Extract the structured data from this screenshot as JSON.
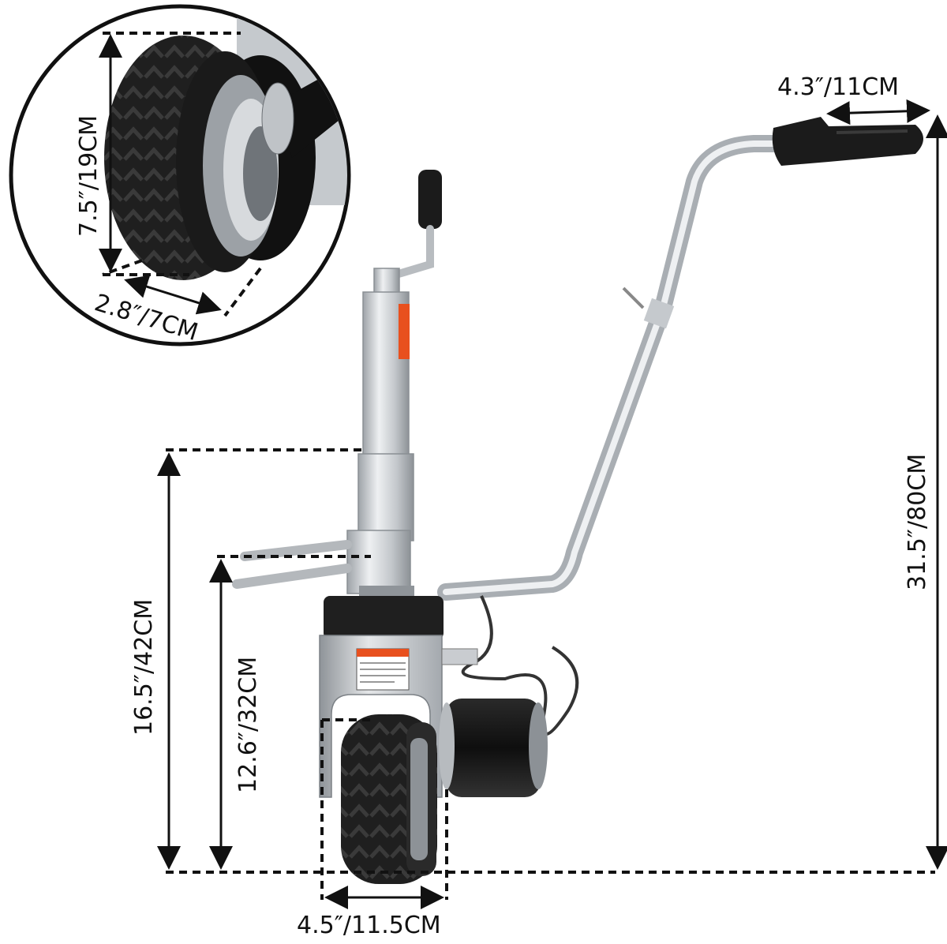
{
  "dimensions": {
    "wheel_height": "7.5″/19CM",
    "wheel_width": "2.8″/7CM",
    "handle_grip": "4.3″/11CM",
    "total_height": "31.5″/80CM",
    "clamp_height": "16.5″/42CM",
    "body_height": "12.6″/32CM",
    "base_width": "4.5″/11.5CM"
  },
  "label_colors": {
    "warning_orange": "#e8501e",
    "tire_black": "#1b1b1b",
    "body_silver": "#c9ccd0"
  }
}
